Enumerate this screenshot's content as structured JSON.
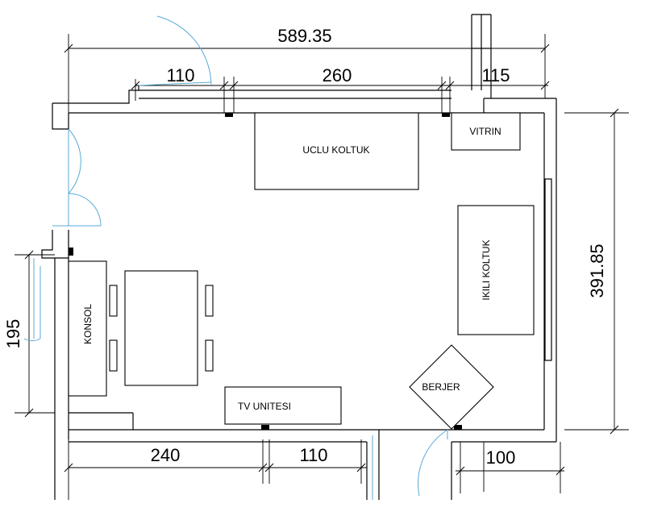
{
  "dimensions": {
    "top_total": "589.35",
    "top_left": "110",
    "top_mid": "260",
    "top_right": "115",
    "right_height": "391.85",
    "left_height": "195",
    "bottom_left": "240",
    "bottom_mid": "110",
    "bottom_right": "100"
  },
  "furniture": {
    "uclu_koltuk": "UCLU KOLTUK",
    "vitrin": "VITRIN",
    "ikili_koltuk": "IKILI KOLTUK",
    "konsol": "KONSOL",
    "tv_unitesi": "TV UNITESI",
    "berjer": "BERJER"
  },
  "colors": {
    "lines": "#000000",
    "openings": "#5aa9d6"
  }
}
